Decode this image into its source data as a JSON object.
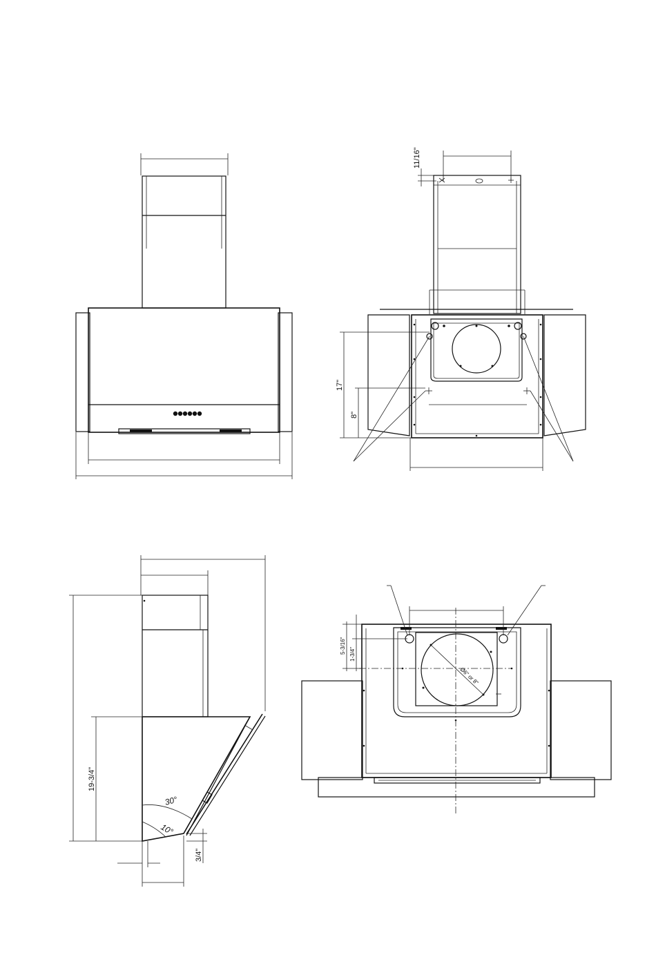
{
  "views": {
    "side_view": {
      "dims": {
        "height_lower": "19-3/4\"",
        "glass_offset": "3/4\"",
        "angle_a": "30°",
        "angle_b": "10°"
      }
    },
    "rear_view": {
      "dims": {
        "bracket_offset": "11/16\"",
        "mount_height": "17\"",
        "screw_height": "8\""
      }
    },
    "top_view": {
      "dims": {
        "hole_offset_a": "5-3/16\"",
        "hole_offset_b": "1-3/4\"",
        "duct_diameter": "Ø6\" or 8\""
      }
    }
  }
}
